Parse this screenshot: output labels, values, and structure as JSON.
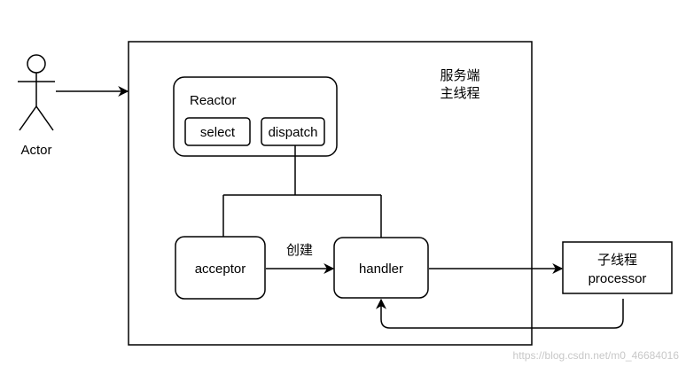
{
  "actor": {
    "label": "Actor"
  },
  "server": {
    "title_line1": "服务端",
    "title_line2": "主线程"
  },
  "reactor": {
    "label": "Reactor",
    "select_label": "select",
    "dispatch_label": "dispatch"
  },
  "acceptor": {
    "label": "acceptor"
  },
  "handler": {
    "label": "handler"
  },
  "create_edge": {
    "label": "创建"
  },
  "worker": {
    "line1": "子线程",
    "line2": "processor"
  },
  "watermark": "https://blog.csdn.net/m0_46684016"
}
